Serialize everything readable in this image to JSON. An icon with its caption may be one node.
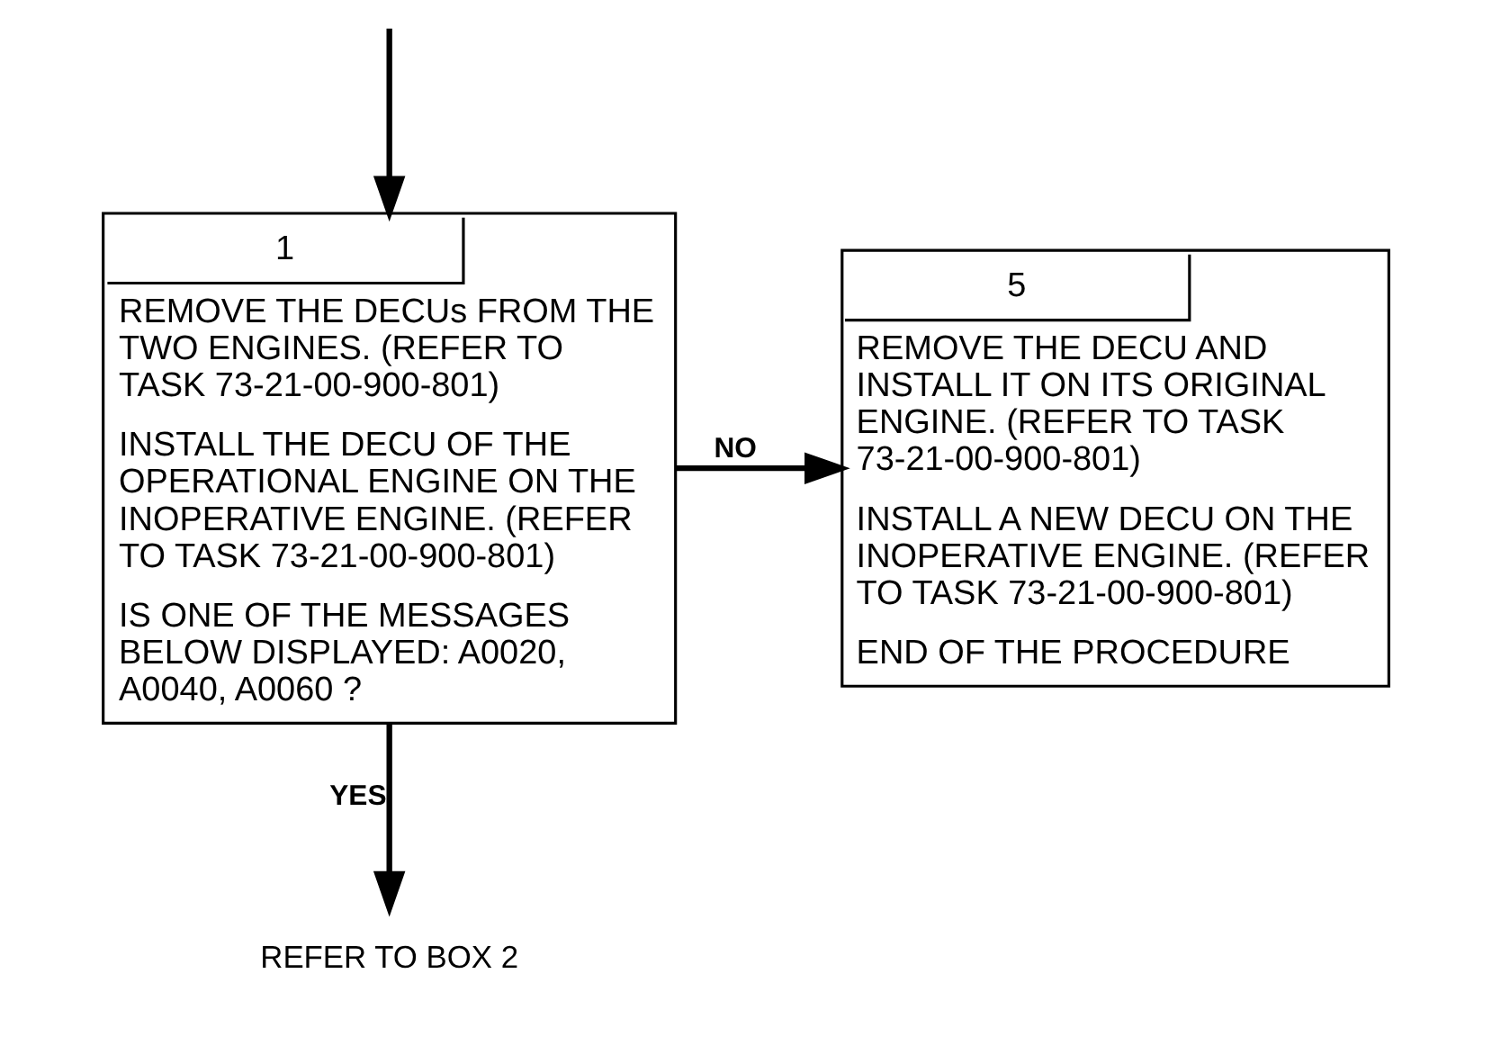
{
  "diagram": {
    "nodes": [
      {
        "text": [
          "1",
          "REMOVE THE DECUs FROM THE TWO ENGINES. (REFER TO TASK 73-21-00-900-801)",
          "INSTALL THE DECU OF THE OPERATIONAL ENGINE ON THE INOPERATIVE ENGINE. (REFER TO TASK 73-21-00-900-801)",
          "IS ONE OF THE MESSAGES BELOW DISPLAYED: A0020, A0040, A0060 ?"
        ]
      },
      {
        "text": [
          "5",
          "REMOVE THE DECU AND INSTALL IT ON ITS ORIGINAL ENGINE. (REFER TO TASK 73-21-00-900-801)",
          "INSTALL A NEW DECU ON THE INOPERATIVE ENGINE. (REFER TO TASK 73-21-00-900-801)",
          "END OF THE PROCEDURE"
        ]
      },
      {
        "text": [
          "REFER TO BOX 2"
        ]
      }
    ],
    "edges": [
      {
        "from": null,
        "to": 0,
        "arrow": "to"
      },
      {
        "from": 0,
        "to": 1,
        "arrow": "to",
        "label": "NO"
      },
      {
        "from": 0,
        "to": 2,
        "arrow": "to",
        "label": "YES"
      }
    ]
  }
}
